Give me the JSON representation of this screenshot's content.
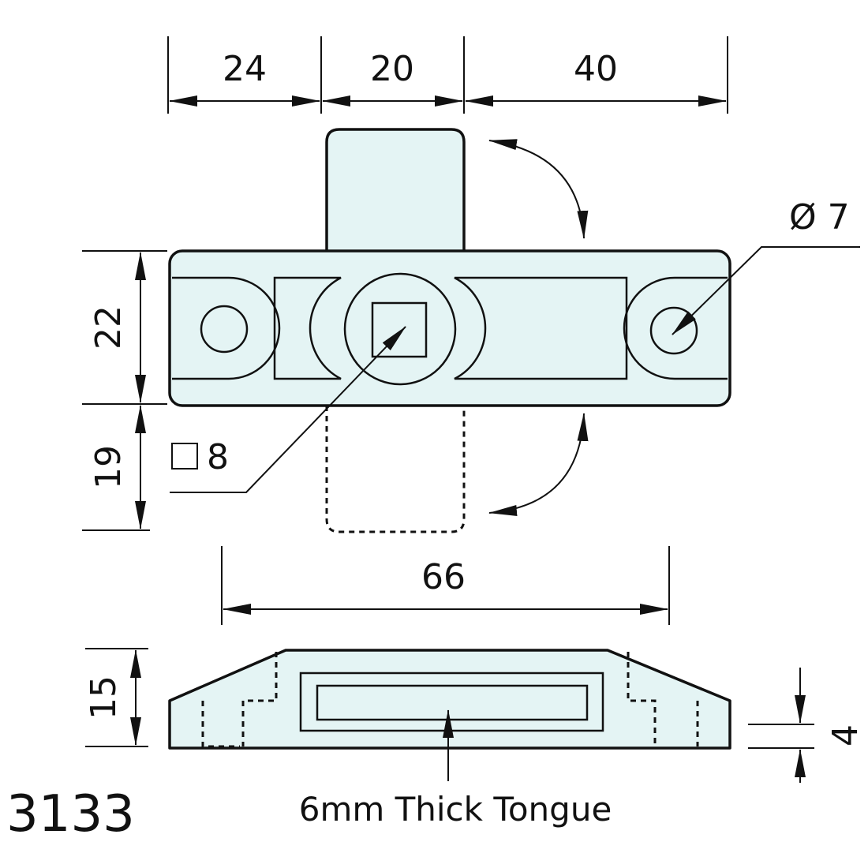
{
  "dimensions": {
    "top_left_width": "24",
    "top_middle_width": "20",
    "top_right_width": "40",
    "body_height": "22",
    "tongue_height": "19",
    "base_length": "66",
    "side_height": "15",
    "plate_thickness": "4"
  },
  "callouts": {
    "hole_diameter": "Ø 7",
    "square_size": "8"
  },
  "caption": "6mm Thick Tongue",
  "part_number": "3133"
}
